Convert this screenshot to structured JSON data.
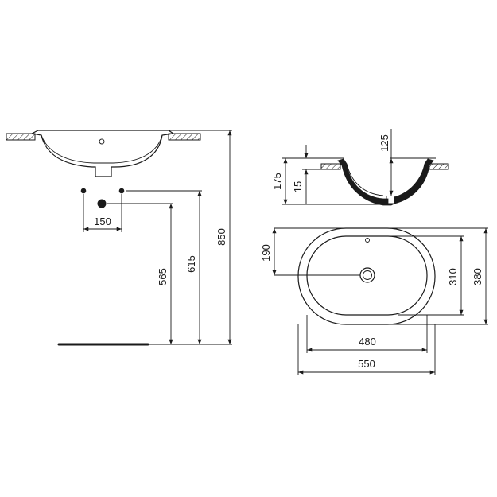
{
  "dimensions": {
    "side_view": {
      "pipe_spacing": "150",
      "height_565": "565",
      "height_615": "615",
      "height_850": "850"
    },
    "section_view": {
      "depth_125": "125",
      "height_175": "175",
      "rim_15": "15"
    },
    "top_view": {
      "offset_190": "190",
      "inner_310": "310",
      "outer_380": "380",
      "inner_480": "480",
      "outer_550": "550"
    }
  },
  "colors": {
    "line": "#1a1a1a",
    "background": "#ffffff"
  }
}
